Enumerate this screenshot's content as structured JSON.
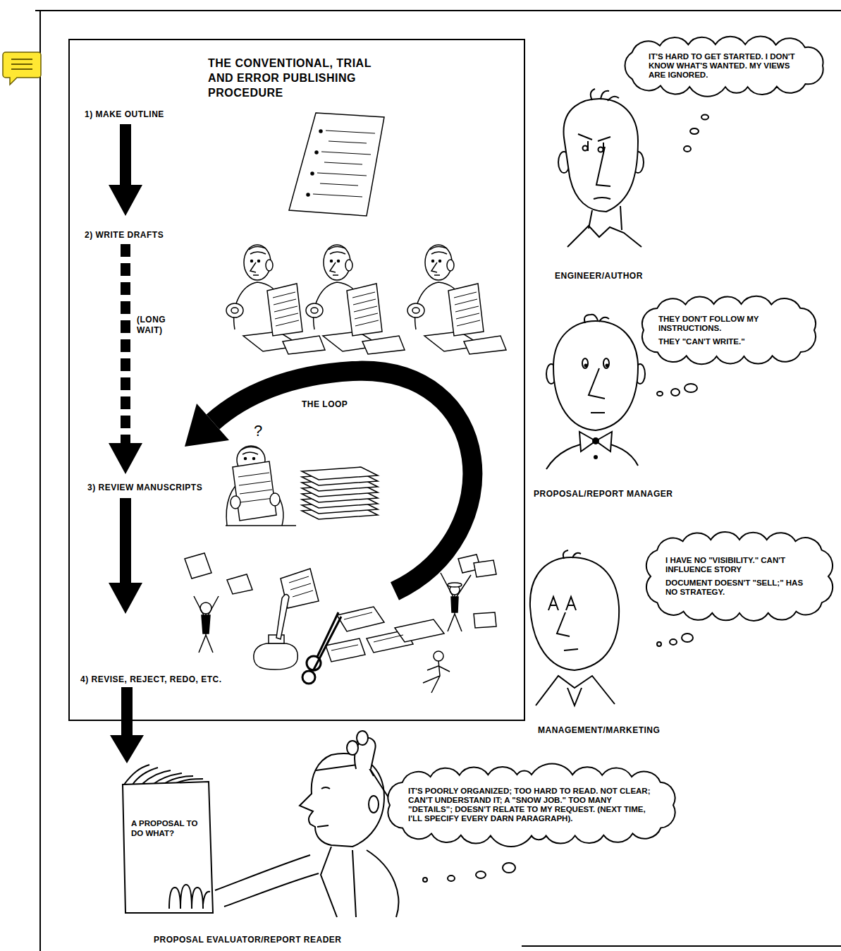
{
  "diagram": {
    "nodes": [
      {
        "text": [
          "THE CONVENTIONAL, TRIAL AND ERROR PUBLISHING PROCEDURE"
        ]
      },
      {
        "text": [
          "IT'S HARD TO GET STARTED. I DON'T KNOW WHAT'S WANTED. MY VIEWS ARE IGNORED."
        ]
      },
      {
        "text": [
          "THEY DON'T FOLLOW MY INSTRUCTIONS.",
          "THEY \"CAN'T WRITE.\""
        ]
      },
      {
        "text": [
          "I HAVE NO \"VISIBILITY.\" CAN'T INFLUENCE STORY",
          "DOCUMENT DOESN'T \"SELL;\" HAS NO STRATEGY."
        ]
      },
      {
        "text": [
          "A PROPOSAL TO DO WHAT?"
        ]
      },
      {
        "text": [
          "IT'S POORLY ORGANIZED; TOO HARD TO READ. NOT CLEAR; CAN'T UNDERSTAND IT; A \"SNOW JOB.\" TOO MANY \"DETAILS\"; DOESN'T RELATE TO MY REQUEST. (NEXT TIME, I'LL SPECIFY EVERY DARN PARAGRAPH)."
        ]
      }
    ],
    "edges": [
      {
        "from": 0,
        "to": 4,
        "arrow": "to"
      }
    ],
    "labels": [
      "1) MAKE OUTLINE",
      "2) WRITE DRAFTS",
      "(LONG WAIT)",
      "THE LOOP",
      "?",
      "3) REVIEW MANUSCRIPTS",
      "4) REVISE, REJECT, REDO, ETC.",
      "ENGINEER/AUTHOR",
      "PROPOSAL/REPORT MANAGER",
      "MANAGEMENT/MARKETING",
      "PROPOSAL EVALUATOR/REPORT READER"
    ]
  }
}
